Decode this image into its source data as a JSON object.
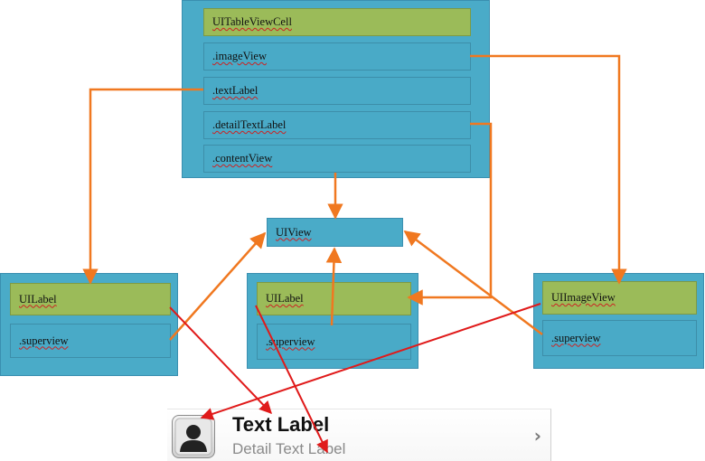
{
  "table_view_cell": {
    "title": "UITableViewCell",
    "properties": [
      ".imageView",
      ".textLabel",
      ".detailTextLabel",
      ".contentView"
    ]
  },
  "content_view": {
    "title": "UIView"
  },
  "left_label": {
    "title": "UILabel",
    "property": ".superview"
  },
  "middle_label": {
    "title": "UILabel",
    "property": ".superview"
  },
  "image_view": {
    "title": "UIImageView",
    "property": ".superview"
  },
  "cell_preview": {
    "text_label": "Text Label",
    "detail_text_label": "Detail Text Label",
    "image_icon": "person-silhouette-icon",
    "accessory_icon": "chevron-right-icon"
  },
  "colors": {
    "box_fill": "#4aabc8",
    "title_fill": "#9bbb59",
    "arrow_orange": "#f07820",
    "arrow_red": "#e01a1a"
  }
}
